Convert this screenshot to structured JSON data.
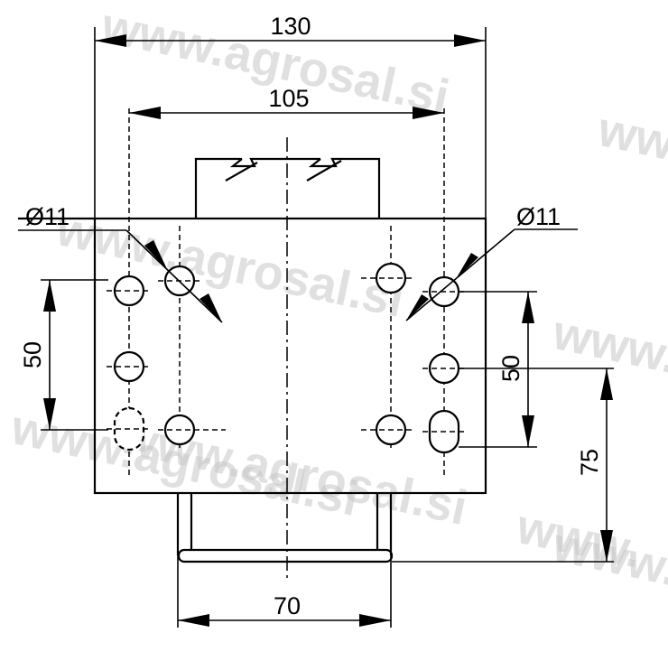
{
  "watermark": {
    "text_1": "www.agrosal.si",
    "text_2": "www.agrosal.si",
    "text_3": "www.agrosal.si",
    "text_4": "www.agrosal.si",
    "text_5": "www.",
    "text_6": "www.a",
    "text_7": "www.",
    "text_8": "www.a"
  },
  "dimensions": {
    "overall_width": "130",
    "hole_spacing_width": "105",
    "bottom_width": "70",
    "left_vertical": "50",
    "right_vertical": "50",
    "right_height": "75",
    "hole_diameter_left": "Ø11",
    "hole_diameter_right": "Ø11"
  }
}
